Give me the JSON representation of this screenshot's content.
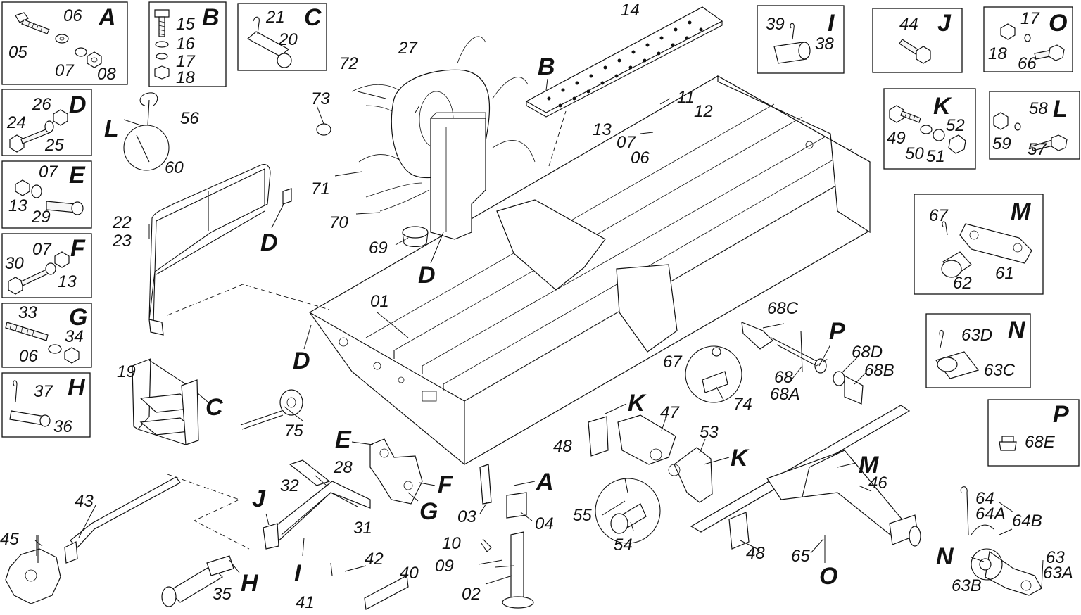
{
  "detail_boxes": {
    "A": {
      "letter": "A",
      "labels": [
        "06",
        "05",
        "07",
        "08"
      ]
    },
    "B": {
      "letter": "B",
      "labels": [
        "15",
        "16",
        "17",
        "18"
      ]
    },
    "C": {
      "letter": "C",
      "labels": [
        "21",
        "20"
      ]
    },
    "D": {
      "letter": "D",
      "labels": [
        "26",
        "24",
        "25"
      ]
    },
    "E": {
      "letter": "E",
      "labels": [
        "07",
        "13",
        "29"
      ]
    },
    "F": {
      "letter": "F",
      "labels": [
        "07",
        "30",
        "13"
      ]
    },
    "G": {
      "letter": "G",
      "labels": [
        "33",
        "34",
        "06"
      ]
    },
    "H": {
      "letter": "H",
      "labels": [
        "37",
        "36"
      ]
    },
    "I": {
      "letter": "I",
      "labels": [
        "39",
        "38"
      ]
    },
    "J": {
      "letter": "J",
      "labels": [
        "44"
      ]
    },
    "O": {
      "letter": "O",
      "labels": [
        "17",
        "18",
        "66"
      ]
    },
    "K": {
      "letter": "K",
      "labels": [
        "49",
        "52",
        "50",
        "51"
      ]
    },
    "L": {
      "letter": "L",
      "labels": [
        "58",
        "59",
        "57"
      ]
    },
    "M": {
      "letter": "M",
      "labels": [
        "67",
        "62",
        "61"
      ]
    },
    "N": {
      "letter": "N",
      "labels": [
        "63D",
        "63C"
      ]
    },
    "P": {
      "letter": "P",
      "labels": [
        "68E"
      ]
    }
  },
  "main_labels": {
    "top": [
      "14",
      "27",
      "72",
      "73",
      "71",
      "70",
      "69",
      "11",
      "12",
      "13",
      "07",
      "06",
      "56",
      "60"
    ],
    "middle": [
      "22",
      "23",
      "01",
      "19",
      "75",
      "68C",
      "67",
      "68",
      "68A",
      "68D",
      "68B",
      "74",
      "47",
      "48",
      "53",
      "55",
      "54",
      "46"
    ],
    "bottom": [
      "28",
      "32",
      "31",
      "43",
      "45",
      "35",
      "41",
      "42",
      "40",
      "03",
      "04",
      "10",
      "09",
      "02",
      "48",
      "65",
      "64",
      "64A",
      "64B",
      "63",
      "63A",
      "63B"
    ]
  },
  "callout_letters": [
    "L",
    "B",
    "D",
    "D",
    "D",
    "C",
    "E",
    "F",
    "G",
    "A",
    "J",
    "H",
    "I",
    "K",
    "K",
    "P",
    "M",
    "O",
    "N"
  ]
}
